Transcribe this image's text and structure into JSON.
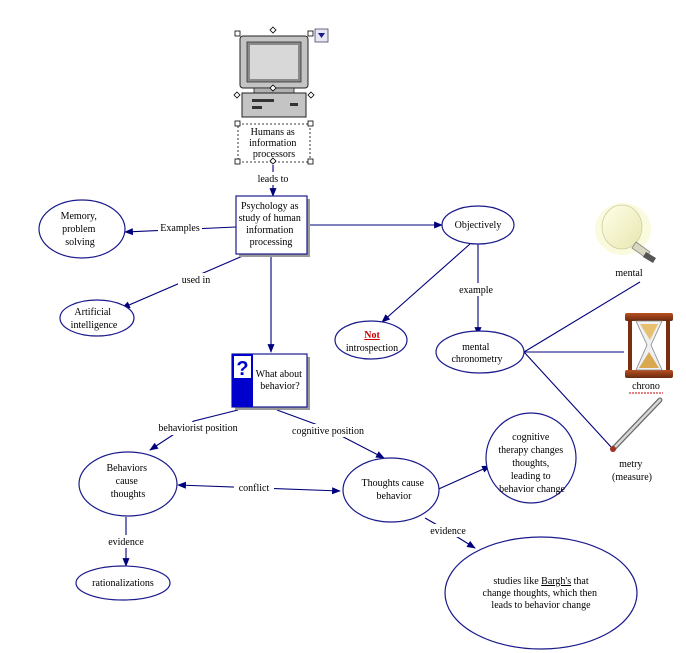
{
  "nodes": {
    "humans_info": [
      "Humans as",
      "information",
      "processors"
    ],
    "psychology": [
      "Psychology as",
      "study of human",
      "information",
      "processing"
    ],
    "memory": [
      "Memory,",
      "problem",
      "solving"
    ],
    "ai": [
      "Artificial",
      "intelligence"
    ],
    "objectively": [
      "Objectively"
    ],
    "not_prefix": "Not",
    "not_rest": "introspection",
    "mental_chrono": [
      "mental",
      "chronometry"
    ],
    "what_about": [
      "What about",
      "behavior?"
    ],
    "behaviors_cause": [
      "Behaviors",
      "cause",
      "thoughts"
    ],
    "thoughts_cause": [
      "Thoughts cause",
      "behavior"
    ],
    "cognitive_therapy": [
      "cognitive",
      "therapy changes",
      "thoughts,",
      "leading to",
      "behavior change"
    ],
    "rationalizations": [
      "rationalizations"
    ],
    "studies_prefix": "studies like ",
    "studies_name": "Bargh's",
    "studies_suffix": " that",
    "studies_lines": [
      "change thoughts, which then",
      "leads to behavior change"
    ],
    "mental": "mental",
    "chrono": "chrono",
    "metry": [
      "metry",
      "(measure)"
    ],
    "question_mark": "?"
  },
  "edges": {
    "leads_to": "leads to",
    "examples": "Examples",
    "used_in": "used in",
    "example": "example",
    "behaviorist": "behaviorist position",
    "cognitive": "cognitive position",
    "conflict": "conflict",
    "evidence_left": "evidence",
    "evidence_right": "evidence"
  },
  "colors": {
    "edge": "#00007a",
    "node_border": "#1a1a8c",
    "not_red": "#cc0000",
    "question_blue": "#0000cc"
  },
  "icons": [
    "computer-icon",
    "lightbulb-icon",
    "hourglass-icon",
    "thermometer-icon",
    "question-icon",
    "dropdown-icon"
  ]
}
